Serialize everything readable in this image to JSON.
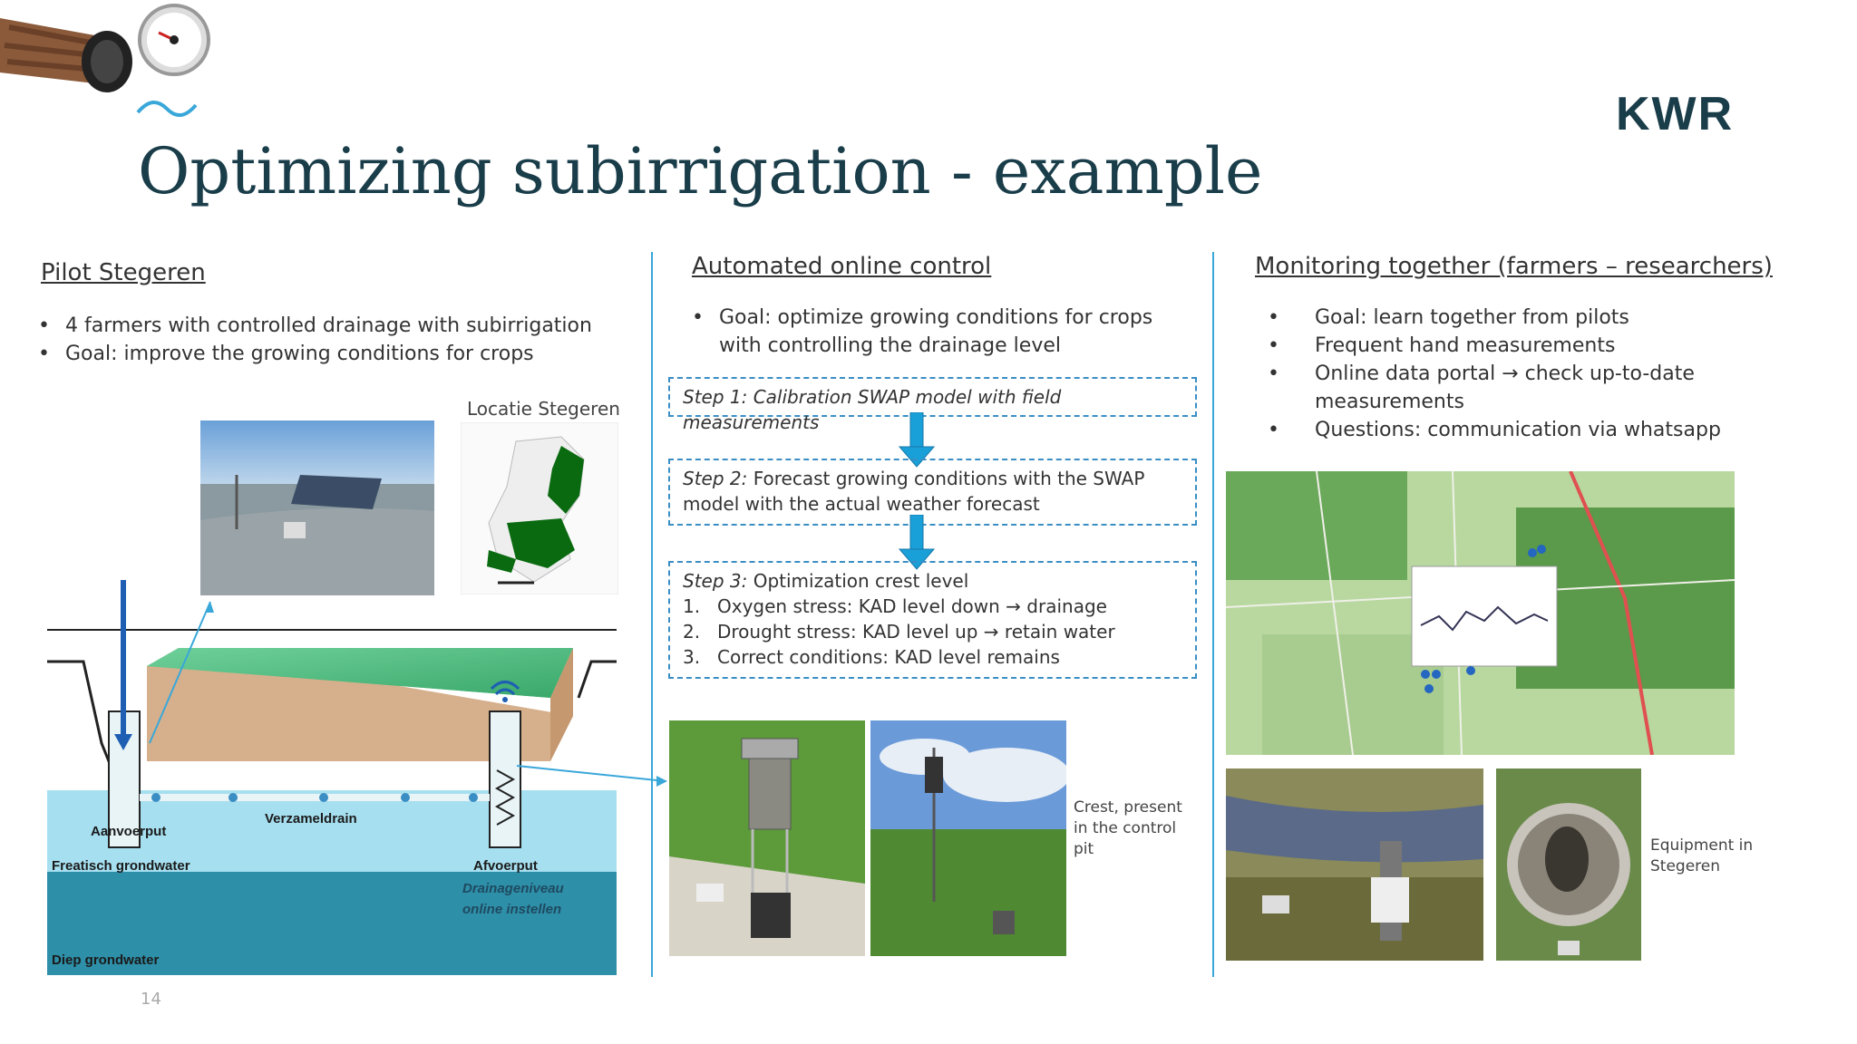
{
  "slide": {
    "title": "Optimizing subirrigation - example",
    "logo_text": "KWR",
    "page_number": "14",
    "accent_color": "#3aa7d9",
    "title_color": "#1a3d4a"
  },
  "col1": {
    "header": "Pilot Stegeren",
    "bullets": [
      "4 farmers with controlled drainage with subirrigation",
      "Goal: improve the growing conditions for crops"
    ],
    "map_caption": "Locatie Stegeren",
    "diagram_labels": {
      "aanvoerput": "Aanvoerput",
      "verzameldrain": "Verzameldrain",
      "freatisch": "Freatisch grondwater",
      "afvoerput": "Afvoerput",
      "drainage1": "Drainageniveau",
      "drainage2": "online instellen",
      "diep": "Diep grondwater"
    }
  },
  "col2": {
    "header": "Automated online control",
    "bullet": "Goal: optimize growing conditions for crops with controlling the drainage level",
    "step1": "Step 1: Calibration SWAP model with field measurements",
    "step2_label": "Step 2:",
    "step2_text": " Forecast growing conditions with the SWAP model with the actual weather forecast",
    "step3_label": "Step 3:",
    "step3_text": " Optimization crest level",
    "step3_items": [
      {
        "n": "1.",
        "text": "Oxygen stress: KAD level down → drainage"
      },
      {
        "n": "2.",
        "text": "Drought stress: KAD level up → retain water"
      },
      {
        "n": "3.",
        "text": "Correct conditions: KAD level remains"
      }
    ],
    "photo_caption": "Crest, present in the control pit"
  },
  "col3": {
    "header": "Monitoring together (farmers – researchers)",
    "bullets": [
      "Goal: learn together from pilots",
      "Frequent hand measurements",
      "Online data portal → check up-to-date measurements",
      "Questions: communication via whatsapp"
    ],
    "photo_caption": "Equipment in Stegeren"
  }
}
